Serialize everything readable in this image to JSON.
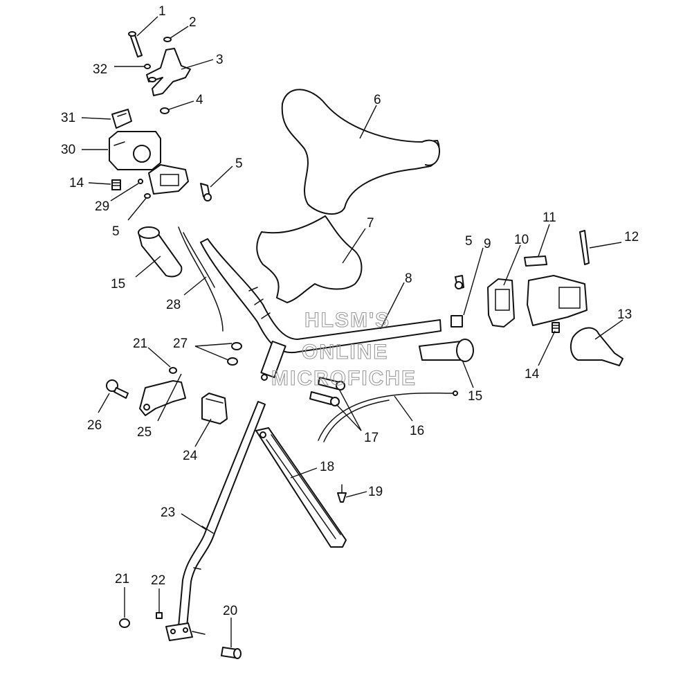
{
  "watermark": {
    "line1": "HLSM'S",
    "line2": "ONLINE",
    "line3": "MICROFICHE",
    "color": "#9a9a9a"
  },
  "callouts": {
    "c1": "1",
    "c2": "2",
    "c3": "3",
    "c4": "4",
    "c5a": "5",
    "c5b": "5",
    "c5c": "5",
    "c6": "6",
    "c7": "7",
    "c8": "8",
    "c9": "9",
    "c10": "10",
    "c11": "11",
    "c12": "12",
    "c13": "13",
    "c14a": "14",
    "c14b": "14",
    "c15a": "15",
    "c15b": "15",
    "c16": "16",
    "c17": "17",
    "c18": "18",
    "c19": "19",
    "c20": "20",
    "c21a": "21",
    "c21b": "21",
    "c22": "22",
    "c23": "23",
    "c24": "24",
    "c25": "25",
    "c26": "26",
    "c27": "27",
    "c28": "28",
    "c29": "29",
    "c30": "30",
    "c31": "31",
    "c32": "32"
  },
  "colors": {
    "line": "#111111",
    "background": "#ffffff"
  }
}
